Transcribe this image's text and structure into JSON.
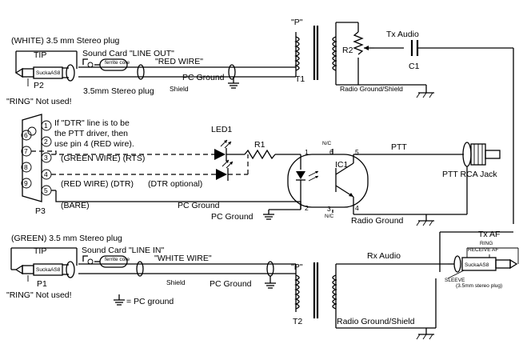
{
  "labels": {
    "white_plug": "(WHITE) 3.5 mm Stereo plug",
    "tip_top": "TIP",
    "sc_line_out": "Sound Card \"LINE OUT\"",
    "ferrite_1": "ferrite core",
    "red_wire": "\"RED WIRE\"",
    "p_top": "\"P\"",
    "tx_audio": "Tx Audio",
    "r2": "R2",
    "c1": "C1",
    "p2": "P2",
    "stereo_plug_p2": "3.5mm Stereo plug",
    "pc_ground_top": "PC Ground",
    "shield_top": "Shield",
    "t1": "T1",
    "ring_not_used_top": "\"RING\" Not used!",
    "radio_gnd_shield_top": "Radio Ground/Shield",
    "dtr_note_1": "If \"DTR\" line is to be",
    "dtr_note_2": "the PTT driver, then",
    "dtr_note_3": "use pin 4 (RED wire).",
    "led1": "LED1",
    "r1": "R1",
    "green_wire_rts": "(GREEN WIRE) (RTS)",
    "red_wire_dtr": "(RED WIRE) (DTR)",
    "dtr_optional": "(DTR optional)",
    "bare": "(BARE)",
    "pc_ground_mid": "PC Ground",
    "pc_ground_mid2": "PC Ground",
    "p3": "P3",
    "ic1": "IC1",
    "ptt": "PTT",
    "ptt_rca_jack": "PTT RCA Jack",
    "radio_ground_mid": "Radio Ground",
    "nc_top": "N/C",
    "nc_bottom": "N/C",
    "pin_1": "1",
    "pin_2": "2",
    "pin_3": "3",
    "pin_4": "4",
    "pin_5": "5",
    "pin_6": "6",
    "green_plug": "(GREEN) 3.5 mm Stereo plug",
    "tip_bottom": "TIP",
    "sc_line_in": "Sound Card \"LINE IN\"",
    "ferrite_2": "ferrite core",
    "white_wire": "\"WHITE WIRE\"",
    "p_bottom": "\"P\"",
    "rx_audio": "Rx Audio",
    "tx_af": "Tx AF",
    "ring_small": "RING",
    "receive_af": "RECEIVE AF",
    "sleeve": "SLEEVE",
    "stereo_plug_small": "(3.5mm stereo plug)",
    "p1": "P1",
    "shield_bottom": "Shield",
    "pc_ground_bottom": "PC Ground",
    "ring_not_used_bottom": "\"RING\" Not used!",
    "pc_ground_legend": "= PC ground",
    "t2": "T2",
    "radio_gnd_shield_bottom": "Radio Ground/Shield",
    "db9_pins": [
      "1",
      "2",
      "3",
      "4",
      "5",
      "6",
      "7",
      "8",
      "9"
    ]
  }
}
